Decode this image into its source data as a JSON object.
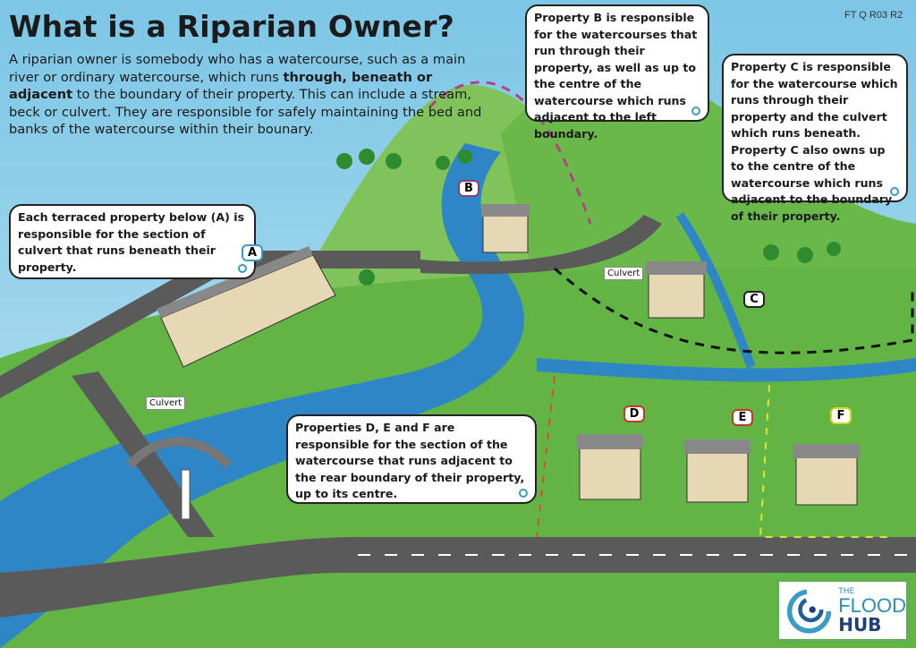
{
  "title": "What is a Riparian Owner?",
  "doc_code": "FT Q R03 R2",
  "intro": {
    "part1": "A riparian owner is somebody who has a watercourse, such as a main river or ordinary watercourse, which runs ",
    "bold": "through, beneath or adjacent",
    "part2": " to the boundary of their property. This can include a stream, beck or culvert. They are responsible for safely maintaining the bed and banks of the watercourse within their bounary."
  },
  "boxes": {
    "a": "Each terraced property below (A) is responsible for the section of culvert that runs beneath their property.",
    "b": "Property B is responsible for the watercourses that run through their property, as well as up to the centre of the watercourse which runs adjacent to the left boundary.",
    "c": "Property C is responsible for the watercourse which runs through their property and the culvert which runs beneath. Property C also owns up to the centre of the watercourse which runs adjacent to  the boundary of their property.",
    "def": "Properties D, E and F are responsible for the section of the watercourse that runs adjacent to the rear boundary of their property, up to its centre."
  },
  "tags": {
    "a": "A",
    "b": "B",
    "c": "C",
    "d": "D",
    "e": "E",
    "f": "F"
  },
  "tag_colors": {
    "a": "#3a9cc4",
    "b": "#8a3f7a",
    "c": "#222222",
    "d": "#c0392b",
    "e": "#c0392b",
    "f": "#d6d62a"
  },
  "culvert_label": "Culvert",
  "mini_logo": "FLOOD HUB",
  "logo": {
    "the": "THE",
    "flood": "FLOOD",
    "hub": "HUB"
  },
  "colors": {
    "sky": "#8fd0ea",
    "grass": "#6cbf4a",
    "river": "#2f86c6",
    "road": "#5a5a5a"
  }
}
